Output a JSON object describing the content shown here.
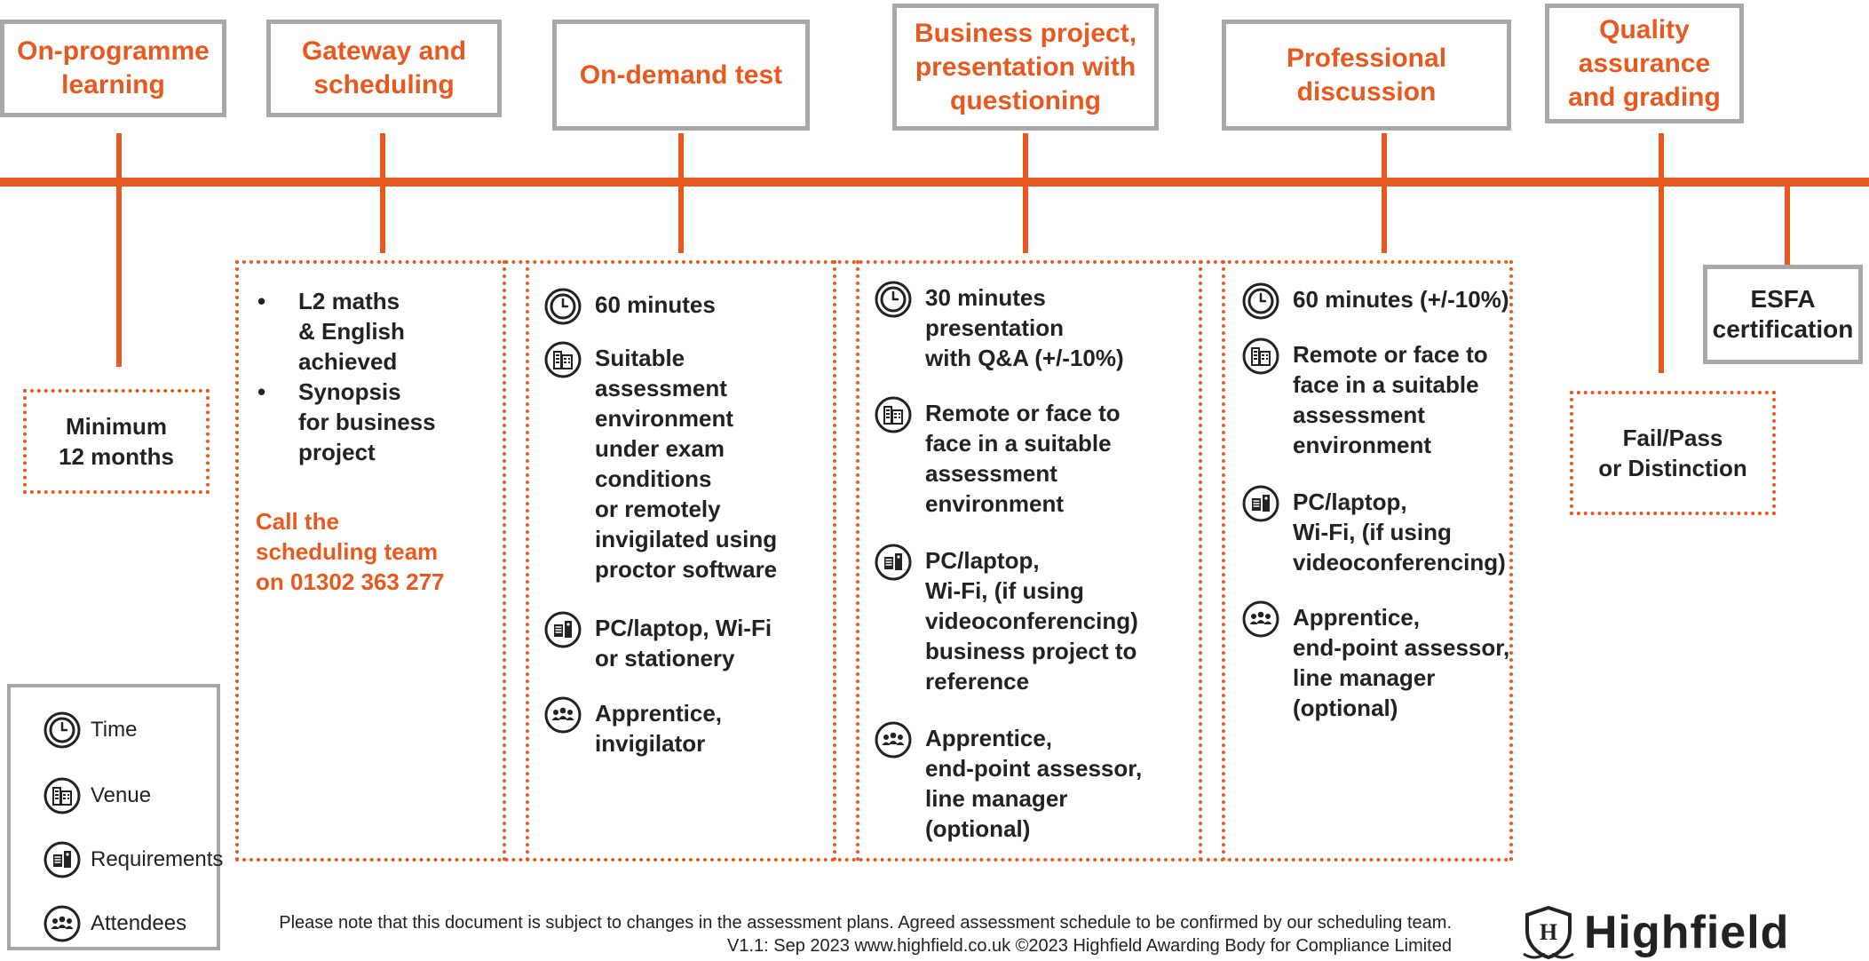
{
  "stages": [
    {
      "name": "On-programme learning",
      "label": "On-programme\nlearning"
    },
    {
      "name": "Gateway and scheduling",
      "label": "Gateway and\nscheduling"
    },
    {
      "name": "On-demand test",
      "label": "On-demand test"
    },
    {
      "name": "Business project, presentation with questioning",
      "label": "Business project,\npresentation with\nquestioning"
    },
    {
      "name": "Professional discussion",
      "label": "Professional\ndiscussion"
    },
    {
      "name": "Quality assurance and grading",
      "label": "Quality\nassurance\nand grading"
    }
  ],
  "esfa": "ESFA\ncertification",
  "on_programme": {
    "duration": "Minimum\n12 months"
  },
  "gateway": {
    "bullets": [
      "L2 maths\n& English\nachieved",
      "Synopsis\nfor business\nproject"
    ],
    "call": "Call the\nscheduling team\non 01302 363 277"
  },
  "on_demand": {
    "time": "60 minutes",
    "venue": "Suitable\nassessment\nenvironment\nunder exam\nconditions\nor remotely\ninvigilated using\nproctor software",
    "requirements": "PC/laptop, Wi-Fi\nor stationery",
    "attendees": "Apprentice,\ninvigilator"
  },
  "business_project": {
    "time": "30 minutes\npresentation\nwith Q&A (+/-10%)",
    "venue": "Remote or face to\nface in a suitable\nassessment\nenvironment",
    "requirements": "PC/laptop,\nWi-Fi, (if using\nvideoconferencing)\nbusiness project to\nreference",
    "attendees": "Apprentice,\nend-point assessor,\nline manager\n(optional)"
  },
  "professional_discussion": {
    "time": "60 minutes (+/-10%)",
    "venue": "Remote or face to\nface in a suitable\nassessment\nenvironment",
    "requirements": "PC/laptop,\nWi-Fi, (if using\nvideoconferencing)",
    "attendees": "Apprentice,\nend-point assessor,\nline manager\n(optional)"
  },
  "grading": {
    "outcome": "Fail/Pass\nor Distinction"
  },
  "legend": [
    {
      "icon": "clock-icon",
      "label": "Time"
    },
    {
      "icon": "building-icon",
      "label": "Venue"
    },
    {
      "icon": "requirements-icon",
      "label": "Requirements"
    },
    {
      "icon": "attendees-icon",
      "label": "Attendees"
    }
  ],
  "footer": {
    "line1": "Please note that this document is subject to changes in the assessment plans.  Agreed assessment schedule to be confirmed by our scheduling team.",
    "line2": "V1.1: Sep 2023   www.highfield.co.uk   ©2023 Highfield Awarding Body for Compliance Limited"
  },
  "logo": "Highfield",
  "colors": {
    "accent": "#e7591f",
    "box_border": "#a8a8a8",
    "text": "#222222"
  }
}
